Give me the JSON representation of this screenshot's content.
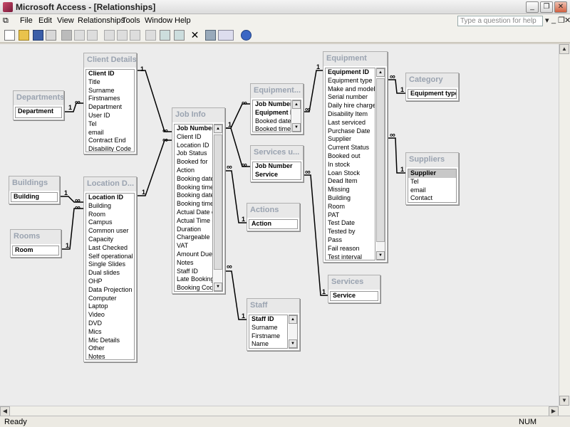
{
  "window": {
    "title": "Microsoft Access - [Relationships]"
  },
  "menu": [
    "File",
    "Edit",
    "View",
    "Relationships",
    "Tools",
    "Window",
    "Help"
  ],
  "question_box": {
    "placeholder": "Type a question for help"
  },
  "status": {
    "left": "Ready",
    "right": "NUM"
  },
  "cardinality": {
    "one": "1",
    "many": "∞"
  },
  "tables": {
    "client_details": {
      "title": "Client Details",
      "fields": [
        "Client ID",
        "Title",
        "Surname",
        "Firstnames",
        "Department",
        "User ID",
        "Tel",
        "email",
        "Contract End",
        "Disability Code"
      ]
    },
    "departments": {
      "title": "Departments",
      "fields": [
        "Department"
      ]
    },
    "buildings": {
      "title": "Buildings",
      "fields": [
        "Building"
      ]
    },
    "rooms": {
      "title": "Rooms",
      "fields": [
        "Room"
      ]
    },
    "location_details": {
      "title": "Location D...",
      "fields": [
        "Location ID",
        "Building",
        "Room",
        "Campus",
        "Common user",
        "Capacity",
        "Last Checked",
        "Self operational",
        "Single Slides",
        "Dual slides",
        "OHP",
        "Data Projection",
        "Computer",
        "Laptop",
        "Video",
        "DVD",
        "Mics",
        "Mic Details",
        "Other",
        "Notes"
      ]
    },
    "job_info": {
      "title": "Job Info",
      "fields": [
        "Job Number",
        "Client ID",
        "Location ID",
        "Job Status",
        "Booked for",
        "Action",
        "Booking date o",
        "Booking time o",
        "Booking date i",
        "Booking time i",
        "Actual Date ou",
        "Actual Time ou",
        "Duration",
        "Chargeable",
        "VAT",
        "Amount Due",
        "Notes",
        "Staff ID",
        "Late Booking",
        "Booking Code"
      ]
    },
    "equipment_booked": {
      "title": "Equipment...",
      "fields": [
        "Job Number",
        "Equipment ID",
        "Booked date o",
        "Booked time o"
      ]
    },
    "services_used": {
      "title": "Services u...",
      "fields": [
        "Job Number",
        "Service"
      ]
    },
    "actions": {
      "title": "Actions",
      "fields": [
        "Action"
      ]
    },
    "staff": {
      "title": "Staff",
      "fields": [
        "Staff ID",
        "Surname",
        "Firstname",
        "Name"
      ]
    },
    "equipment": {
      "title": "Equipment",
      "fields": [
        "Equipment ID",
        "Equipment type",
        "Make and model",
        "Serial number",
        "Daily hire charge",
        "Disability Item",
        "Last serviced",
        "Purchase Date",
        "Supplier",
        "Current Status",
        "Booked out",
        "In stock",
        "Loan Stock",
        "Dead Item",
        "Missing",
        "Building",
        "Room",
        "PAT",
        "Test Date",
        "Tested by",
        "Pass",
        "Fail reason",
        "Test interval"
      ]
    },
    "category": {
      "title": "Category",
      "fields": [
        "Equipment type"
      ]
    },
    "suppliers": {
      "title": "Suppliers",
      "fields": [
        "Supplier",
        "Tel",
        "email",
        "Contact"
      ]
    },
    "services": {
      "title": "Services",
      "fields": [
        "Service"
      ]
    }
  }
}
